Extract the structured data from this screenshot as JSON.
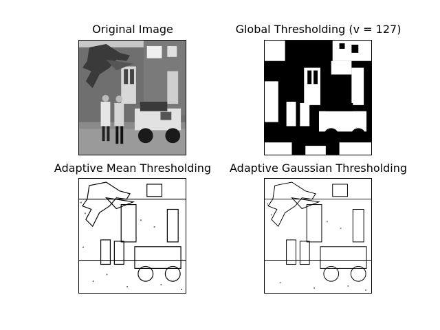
{
  "figure": {
    "panels": [
      {
        "title": "Original Image"
      },
      {
        "title": "Global Thresholding (v = 127)"
      },
      {
        "title": "Adaptive Mean Thresholding"
      },
      {
        "title": "Adaptive Gaussian Thresholding"
      }
    ]
  }
}
